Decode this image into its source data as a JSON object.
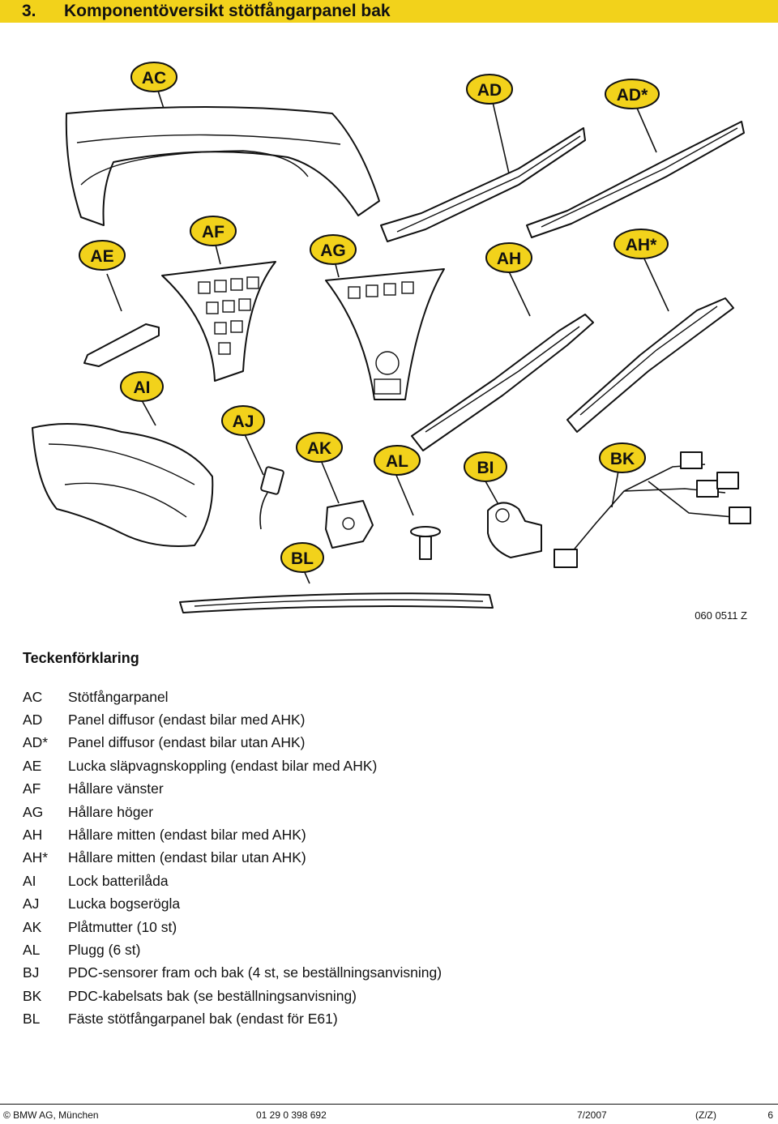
{
  "header": {
    "number": "3.",
    "title": "Komponentöversikt stötfångarpanel bak",
    "bar_color": "#f2d21b"
  },
  "figure": {
    "code": "060 0511 Z",
    "callouts": [
      "AC",
      "AD",
      "AD*",
      "AE",
      "AF",
      "AG",
      "AH",
      "AH*",
      "AI",
      "AJ",
      "AK",
      "AL",
      "BI",
      "BK",
      "BL"
    ]
  },
  "legend": {
    "heading": "Teckenförklaring",
    "items": [
      {
        "code": "AC",
        "text": "Stötfångarpanel"
      },
      {
        "code": "AD",
        "text": "Panel diffusor (endast bilar med AHK)"
      },
      {
        "code": "AD*",
        "text": "Panel diffusor (endast bilar utan AHK)"
      },
      {
        "code": "AE",
        "text": "Lucka släpvagnskoppling (endast bilar med AHK)"
      },
      {
        "code": "AF",
        "text": "Hållare vänster"
      },
      {
        "code": "AG",
        "text": "Hållare höger"
      },
      {
        "code": "AH",
        "text": "Hållare mitten (endast bilar med AHK)"
      },
      {
        "code": "AH*",
        "text": "Hållare mitten (endast bilar utan AHK)"
      },
      {
        "code": "AI",
        "text": "Lock batterilåda"
      },
      {
        "code": "AJ",
        "text": "Lucka bogserögla"
      },
      {
        "code": "AK",
        "text": "Plåtmutter (10 st)"
      },
      {
        "code": "AL",
        "text": "Plugg (6 st)"
      },
      {
        "code": "BJ",
        "text": "PDC-sensorer fram och bak (4 st, se beställningsanvisning)"
      },
      {
        "code": "BK",
        "text": "PDC-kabelsats bak (se beställningsanvisning)"
      },
      {
        "code": "BL",
        "text": "Fäste stötfångarpanel bak (endast för E61)"
      }
    ]
  },
  "footer": {
    "copyright": "© BMW AG, München",
    "doc_number": "01 29 0 398 692",
    "date": "7/2007",
    "code": "(Z/Z)",
    "page": "6"
  }
}
